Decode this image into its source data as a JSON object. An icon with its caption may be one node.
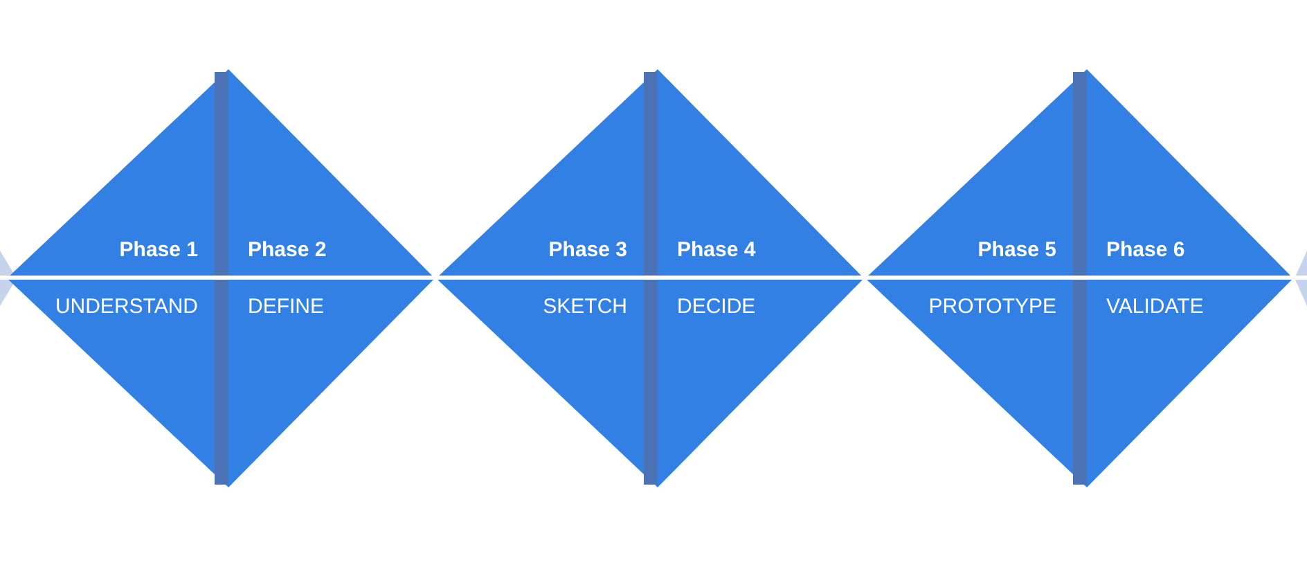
{
  "diagram": {
    "nodes": [
      {
        "text": [],
        "shape": "triangle"
      },
      {
        "text": [
          "Phase 1",
          "UNDERSTAND"
        ]
      },
      {
        "text": [
          "Phase 2",
          "DEFINE"
        ]
      },
      {
        "text": [
          "Phase 3",
          "SKETCH"
        ]
      },
      {
        "text": [
          "Phase 4",
          "DECIDE"
        ]
      },
      {
        "text": [
          "Phase 5",
          "PROTOTYPE"
        ]
      },
      {
        "text": [
          "Phase 6",
          "VALIDATE"
        ]
      },
      {
        "text": [],
        "shape": "triangle"
      }
    ]
  }
}
